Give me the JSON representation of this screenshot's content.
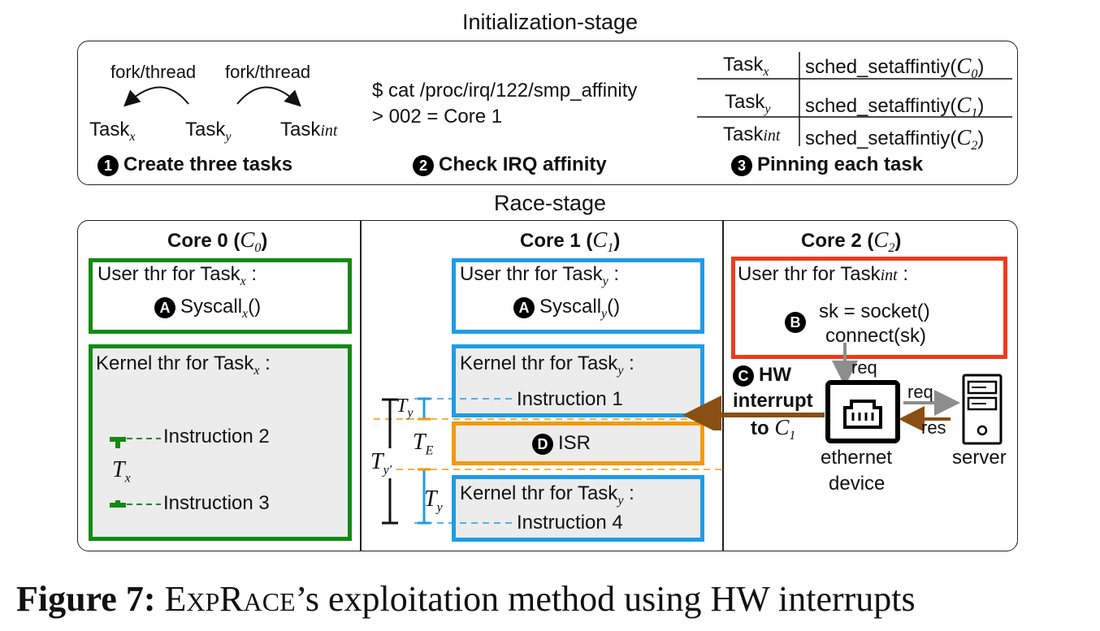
{
  "init": {
    "title": "Initialization-stage",
    "step1": {
      "fork_left": "fork/thread",
      "fork_right": "fork/thread",
      "task_x": "Task",
      "task_x_sub": "x",
      "task_y": "Task",
      "task_y_sub": "y",
      "task_int": "Task",
      "task_int_sub": "int",
      "badge": "1",
      "label": "Create three tasks"
    },
    "step2": {
      "cmd_line1": "$ cat /proc/irq/122/smp_affinity",
      "cmd_line2": "> 002 = Core 1",
      "badge": "2",
      "label": "Check IRQ affinity"
    },
    "step3": {
      "rows": [
        {
          "task": "Task",
          "sub": "x",
          "call": "sched_setaffintiy(",
          "core": "C",
          "core_sub": "0",
          "close": ")"
        },
        {
          "task": "Task",
          "sub": "y",
          "call": "sched_setaffintiy(",
          "core": "C",
          "core_sub": "1",
          "close": ")"
        },
        {
          "task": "Task",
          "sub": "int",
          "call": "sched_setaffintiy(",
          "core": "C",
          "core_sub": "2",
          "close": ")"
        }
      ],
      "badge": "3",
      "label": "Pinning each task"
    }
  },
  "race": {
    "title": "Race-stage",
    "core0": {
      "header": "Core 0 (",
      "header_core": "C",
      "header_sub": "0",
      "header_close": ")",
      "user_label": "User thr for Task",
      "user_sub": "x",
      "user_colon": " :",
      "syscall_badge": "A",
      "syscall": "Syscall",
      "syscall_sub": "x",
      "syscall_paren": "()",
      "kernel_label": "Kernel thr for Task",
      "kernel_sub": "x",
      "kernel_colon": " :",
      "instr2": "Instruction 2",
      "instr3": "Instruction 3",
      "tx": "T",
      "tx_sub": "x"
    },
    "core1": {
      "header": "Core 1 (",
      "header_core": "C",
      "header_sub": "1",
      "header_close": ")",
      "user_label": "User thr for Task",
      "user_sub": "y",
      "user_colon": " :",
      "syscall_badge": "A",
      "syscall": "Syscall",
      "syscall_sub": "y",
      "syscall_paren": "()",
      "kernel_label": "Kernel thr for Task",
      "kernel_sub": "y",
      "kernel_colon": " :",
      "instr1": "Instruction 1",
      "isr_badge": "D",
      "isr": "ISR",
      "kernel2_label": "Kernel thr for Task",
      "kernel2_sub": "y",
      "kernel2_colon": " :",
      "instr4": "Instruction 4",
      "ty_top": "T",
      "ty_top_sub": "y",
      "te": "T",
      "te_sub": "E",
      "typrime": "T",
      "typrime_sub": "y′",
      "ty_bot": "T",
      "ty_bot_sub": "y"
    },
    "core2": {
      "header": "Core 2 (",
      "header_core": "C",
      "header_sub": "2",
      "header_close": ")",
      "user_label": "User thr for Task",
      "user_sub": "int",
      "user_colon": " :",
      "badge": "B",
      "line1": "sk = socket()",
      "line2": "connect(sk)",
      "req_down": "req",
      "req_right": "req",
      "res_left": "res",
      "hw_badge": "C",
      "hw1": "HW",
      "hw2": "interrupt",
      "hw3": "to ",
      "hw3_core": "C",
      "hw3_sub": "1",
      "device1": "ethernet",
      "device2": "device",
      "server": "server",
      "icons": [
        "ethernet-port-icon",
        "server-icon"
      ]
    }
  },
  "caption": {
    "prefix": "Figure 7:",
    "name_e": "E",
    "name_xp": "XP",
    "name_r": "R",
    "name_ace": "ACE",
    "rest": "’s exploitation method using HW interrupts"
  },
  "colors": {
    "green": "#138a13",
    "blue": "#1e9ce8",
    "orange": "#f29a0a",
    "red": "#f03a1c",
    "brown": "#8a4f12",
    "arrow_gray": "#8d8d8d"
  }
}
